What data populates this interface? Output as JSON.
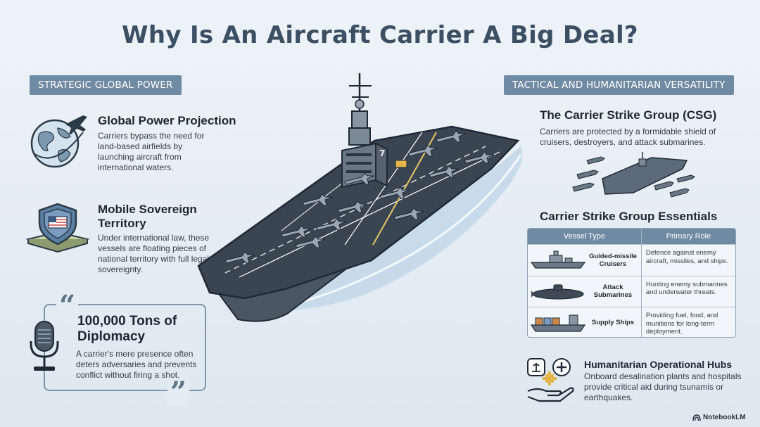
{
  "title": "Why Is An Aircraft Carrier A Big Deal?",
  "left_section": {
    "label": "STRATEGIC GLOBAL POWER",
    "items": [
      {
        "title": "Global Power Projection",
        "body": "Carriers bypass the need for land-based airfields by launching aircraft from international waters.",
        "icon": "globe-airplane-icon"
      },
      {
        "title": "Mobile Sovereign Territory",
        "body": "Under international law, these vessels are floating pieces of national territory with full legal sovereignty.",
        "icon": "flag-shield-icon"
      },
      {
        "title": "100,000 Tons of Diplomacy",
        "body": "A carrier's mere presence often deters adversaries and prevents conflict without firing a shot.",
        "icon": "microphone-icon"
      }
    ]
  },
  "ship": {
    "hull_number": "7"
  },
  "right_section": {
    "label": "TACTICAL AND HUMANITARIAN VERSATILITY",
    "csg": {
      "title": "The Carrier Strike Group (CSG)",
      "body": "Carriers are protected by a formidable shield of cruisers, destroyers, and attack submarines."
    },
    "essentials": {
      "title": "Carrier Strike Group Essentials",
      "columns": [
        "Vessel Type",
        "Primary Role"
      ],
      "rows": [
        {
          "vessel": "Guided-missile Cruisers",
          "role": "Defence against enemy aircraft, missiles, and ships.",
          "icon": "cruiser-icon"
        },
        {
          "vessel": "Attack Submarines",
          "role": "Hunting enemy submarines and underwater threats.",
          "icon": "submarine-icon"
        },
        {
          "vessel": "Supply Ships",
          "role": "Providing fuel, food, and munitions for long-term deployment.",
          "icon": "supply-ship-icon"
        }
      ]
    },
    "humanitarian": {
      "title": "Humanitarian Operational Hubs",
      "body": "Onboard desalination plants and hospitals provide critical aid during tsunamis or earthquakes."
    }
  },
  "brand": "NotebookLM",
  "colors": {
    "accent": "#6f8aa3",
    "title": "#3c4f63",
    "deck": "#3a4552",
    "water": "#bcd3e6"
  }
}
